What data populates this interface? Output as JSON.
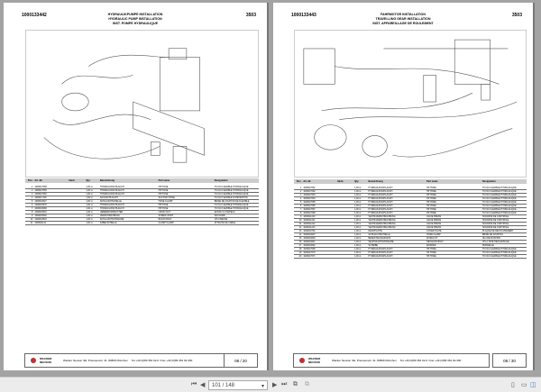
{
  "pages": [
    {
      "doc_no": "1000133442",
      "titles": [
        "HYDRAULIKPUMPE INSTALLATION",
        "HYDRAULIC PUMP INSTALLATION",
        "INST. POMPE HYDRAULIQUE"
      ],
      "code": "3503",
      "page_label": "08 / 20",
      "rows": [
        [
          "1",
          "1000017058",
          "1,00 st",
          "HYDRAULIKSCHLAUCH",
          "HP HOSE",
          "TUYAU FLEXIBLE HYDRAULIQUE"
        ],
        [
          "2",
          "1000017059",
          "1,00 st",
          "HYDRAULIKSCHLAUCH",
          "HP HOSE",
          "TUYAU FLEXIBLE HYDRAULIQUE"
        ],
        [
          "3",
          "1000017060",
          "1,00 st",
          "HYDRAULIKSCHLAUCH",
          "HP HOSE",
          "TUYAU FLEXIBLE HYDRAULIQUE"
        ],
        [
          "4",
          "1000017118",
          "1,00 st",
          "SAUGSCHLAUCH",
          "SUCTION HOSE",
          "TUYAU FLEXIBLE D'ASPIRATION"
        ],
        [
          "5",
          "1000010627",
          "1,00 st",
          "SCHLAUCHSCHELLE",
          "HOSE CLAMP",
          "BRIDE DE FIXATION DE FLEXIBLE"
        ],
        [
          "6",
          "1000016978",
          "1,00 st",
          "HYDRAULIKSCHLAUCH",
          "HP HOSE",
          "TUYAU FLEXIBLE HYDRAULIQUE"
        ],
        [
          "7",
          "1000016989",
          "1,00 st",
          "HYDRAULIKSCHLAUCH",
          "HP HOSE",
          "TUYAU FLEXIBLE HYDRAULIQUE"
        ],
        [
          "8",
          "1000010501",
          "1,00 st",
          "UEBERWURFMUTTER",
          "UNION NUT",
          "ECROU A CHAPEAU"
        ],
        [
          "9",
          "1000010502",
          "1,00 st",
          "VERSCHRAUBUNG",
          "SCREW JOINT",
          "RACCORD"
        ],
        [
          "10",
          "1000010503",
          "1,00 st",
          "SCHLAUCHSCHRAUBE",
          "BANJO BOLT",
          "VIS CREUSE"
        ],
        [
          "11",
          "1000011111",
          "1,00 st",
          "KABELSCHELLE",
          "CLAMP CLAMP",
          "ATTACHE DE CABLE"
        ]
      ]
    },
    {
      "doc_no": "1000133443",
      "titles": [
        "FAHRMOTOR INSTALLATION",
        "TRAVELLING GEAR INSTALLATION",
        "INST. APPAREILLAGE DE ROULEMENT"
      ],
      "code": "3503",
      "page_label": "08 / 30",
      "rows": [
        [
          "1",
          "1000017061",
          "1,00 st",
          "HYDRAULIKSCHLAUCH",
          "HP HOSE",
          "TUYAU FLEXIBLE HYDRAULIQUE"
        ],
        [
          "2",
          "1000017062",
          "1,00 st",
          "HYDRAULIKSCHLAUCH",
          "HP HOSE",
          "TUYAU FLEXIBLE HYDRAULIQUE"
        ],
        [
          "3",
          "1000017063",
          "1,00 st",
          "HYDRAULIKSCHLAUCH",
          "HP HOSE",
          "TUYAU FLEXIBLE HYDRAULIQUE"
        ],
        [
          "4",
          "1000017064",
          "1,00 st",
          "HYDRAULIKSCHLAUCH",
          "HP HOSE",
          "TUYAU FLEXIBLE HYDRAULIQUE"
        ],
        [
          "5",
          "1000017065",
          "1,00 st",
          "HYDRAULIKSCHLAUCH",
          "HP HOSE",
          "TUYAU FLEXIBLE HYDRAULIQUE"
        ],
        [
          "6",
          "1000017066",
          "1,00 st",
          "HYDRAULIKSCHLAUCH",
          "HP HOSE",
          "TUYAU FLEXIBLE HYDRAULIQUE"
        ],
        [
          "7",
          "1000017067",
          "1,00 st",
          "HYDRAULIKSCHLAUCH",
          "HP HOSE",
          "TUYAU FLEXIBLE HYDRAULIQUE"
        ],
        [
          "8",
          "1000017068",
          "1,00 st",
          "HYDRAULIKSCHLAUCH",
          "HP HOSE",
          "TUYAU FLEXIBLE HYDRAULIQUE"
        ],
        [
          "9",
          "1000011210",
          "1,00 st",
          "VENTILVERSCHRAUBUNG",
          "VALVE PRESS",
          "SOUPAPE DE CONTROLE"
        ],
        [
          "10",
          "1000011211",
          "1,00 st",
          "VENTILVERSCHRAUBUNG",
          "VALVE PRESS",
          "SOUPAPE DE CONTROLE"
        ],
        [
          "11",
          "1000011212",
          "1,00 st",
          "VENTILVERSCHRAUBUNG",
          "VALVE PRESS",
          "SOUPAPE DE CONTROLE"
        ],
        [
          "12",
          "1000011213",
          "1,00 st",
          "VENTILVERSCHRAUBUNG",
          "VALVE PRESS",
          "SOUPAPE DE CONTROLE"
        ],
        [
          "13",
          "1000010701",
          "1,00 st",
          "DECKPLATTE",
          "COVER PLATE",
          "PLAQUE DE RECOUVREMENT"
        ],
        [
          "14",
          "1000010627",
          "1,00 st",
          "SCHLAUCHSCHELLE",
          "HOSE CLAMP",
          "BRIDE DE FIXATION"
        ],
        [
          "15",
          "1000010640",
          "1,00 st",
          "BEFESTIGUNGSSATZ",
          "FIXING KIT",
          "JEU DE FIXATION"
        ],
        [
          "16",
          "1000010641",
          "1,00 st",
          "SECHSKANTSCHRAUBE",
          "HEXAGON BOLT",
          "VIS A TETE HEXAGONALE"
        ],
        [
          "17",
          "1000010642",
          "1,00 st",
          "SCHEIBE",
          "WASHER",
          "RONDELLE"
        ],
        [
          "18",
          "1000017069",
          "1,00 st",
          "HYDRAULIKSCHLAUCH",
          "HP HOSE",
          "TUYAU FLEXIBLE HYDRAULIQUE"
        ],
        [
          "19",
          "1000017070",
          "1,00 st",
          "HYDRAULIKSCHLAUCH",
          "HP HOSE",
          "TUYAU FLEXIBLE HYDRAULIQUE"
        ],
        [
          "20",
          "1000017071",
          "1,00 st",
          "HYDRAULIKSCHLAUCH",
          "HP HOSE",
          "TUYAU FLEXIBLE HYDRAULIQUE"
        ]
      ]
    }
  ],
  "table_headers": [
    "Pos.",
    "Art.-Nr.",
    "Ident.",
    "Qty.",
    "Bezeichnung",
    "Part name",
    "Designation"
  ],
  "footer": {
    "brand": "WACKER NEUSON",
    "address": "Wacker Neuson SE, Preussenstr. 41, 80809 München",
    "phone": "Tel +49 (0)89 354 02-0 / Fax +49 (0)89 354 02-390"
  },
  "toolbar": {
    "page_value": "101 / 148",
    "first_icon": "first-page-icon",
    "prev_icon": "prev-page-icon",
    "next_icon": "next-page-icon",
    "last_icon": "last-page-icon"
  }
}
